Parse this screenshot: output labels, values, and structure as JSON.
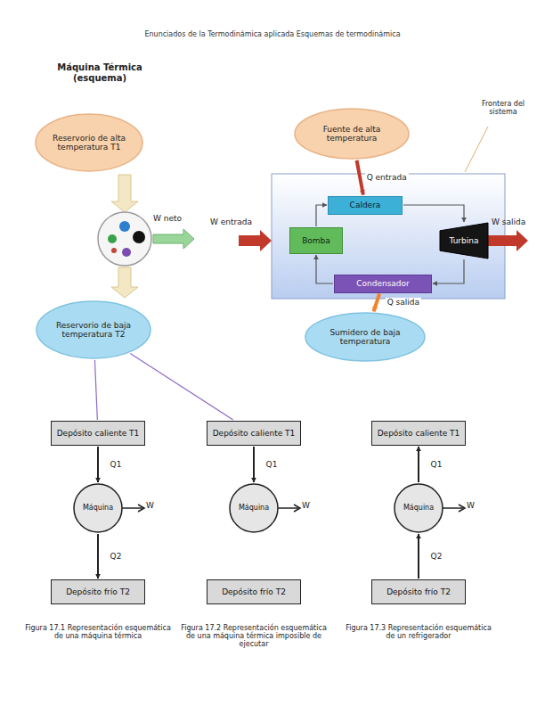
{
  "diagram": {
    "title": "Enunciados de la Termodinámica aplicada Esquemas de termodinámica",
    "nodes": [
      {
        "text": [
          "Reservorio de alta temperatura T1"
        ]
      },
      {
        "text": [
          "Reservorio de baja temperatura T2"
        ]
      },
      {
        "text": [
          "Fuente de alta temperatura"
        ]
      },
      {
        "text": [
          "Caldera"
        ]
      },
      {
        "text": [
          "Bomba"
        ]
      },
      {
        "text": [
          "Turbina"
        ]
      },
      {
        "text": [
          "Condensador"
        ]
      },
      {
        "text": [
          "Sumidero de baja temperatura"
        ]
      },
      {
        "text": [
          "Depósito caliente T1"
        ]
      },
      {
        "text": [
          "Máquina"
        ]
      },
      {
        "text": [
          "Depósito frío T2"
        ]
      },
      {
        "text": [
          "Depósito caliente T1"
        ]
      },
      {
        "text": [
          "Máquina"
        ]
      },
      {
        "text": [
          "Depósito frío T2"
        ]
      },
      {
        "text": [
          "Depósito caliente T1"
        ]
      },
      {
        "text": [
          "Máquina"
        ]
      },
      {
        "text": [
          "Depósito frío T2"
        ]
      }
    ],
    "edges": [
      {
        "from": 2,
        "to": 3,
        "arrow": "to",
        "label": "Q entrada"
      },
      {
        "from": 6,
        "to": 7,
        "arrow": "to",
        "label": "Q salida"
      },
      {
        "from": 4,
        "to": 3,
        "arrow": "to"
      },
      {
        "from": 3,
        "to": 5,
        "arrow": "to"
      },
      {
        "from": 5,
        "to": 6,
        "arrow": "to"
      },
      {
        "from": 6,
        "to": 4,
        "arrow": "to"
      },
      {
        "from": 1,
        "to": 8,
        "arrow": "none"
      },
      {
        "from": 1,
        "to": 11,
        "arrow": "none"
      },
      {
        "from": 8,
        "to": 9,
        "arrow": "to",
        "label": "Q1"
      },
      {
        "from": 9,
        "to": 10,
        "arrow": "to",
        "label": "Q2"
      },
      {
        "from": 11,
        "to": 12,
        "arrow": "to",
        "label": "Q1"
      },
      {
        "from": 16,
        "to": 15,
        "arrow": "to",
        "label": "Q2"
      },
      {
        "from": 15,
        "to": 14,
        "arrow": "to",
        "label": "Q1"
      }
    ],
    "labels": [
      "Máquina Térmica (esquema)",
      "W neto",
      "W entrada",
      "Frontera del sistema",
      "W salida",
      "W",
      "W",
      "W",
      "Figura 17.1 Representación esquemática de una máquina térmica",
      "Figura 17.2 Representación esquemática de una máquina térmica imposible de ejecutar",
      "Figura 17.3 Representación esquemática de un refrigerador"
    ]
  }
}
